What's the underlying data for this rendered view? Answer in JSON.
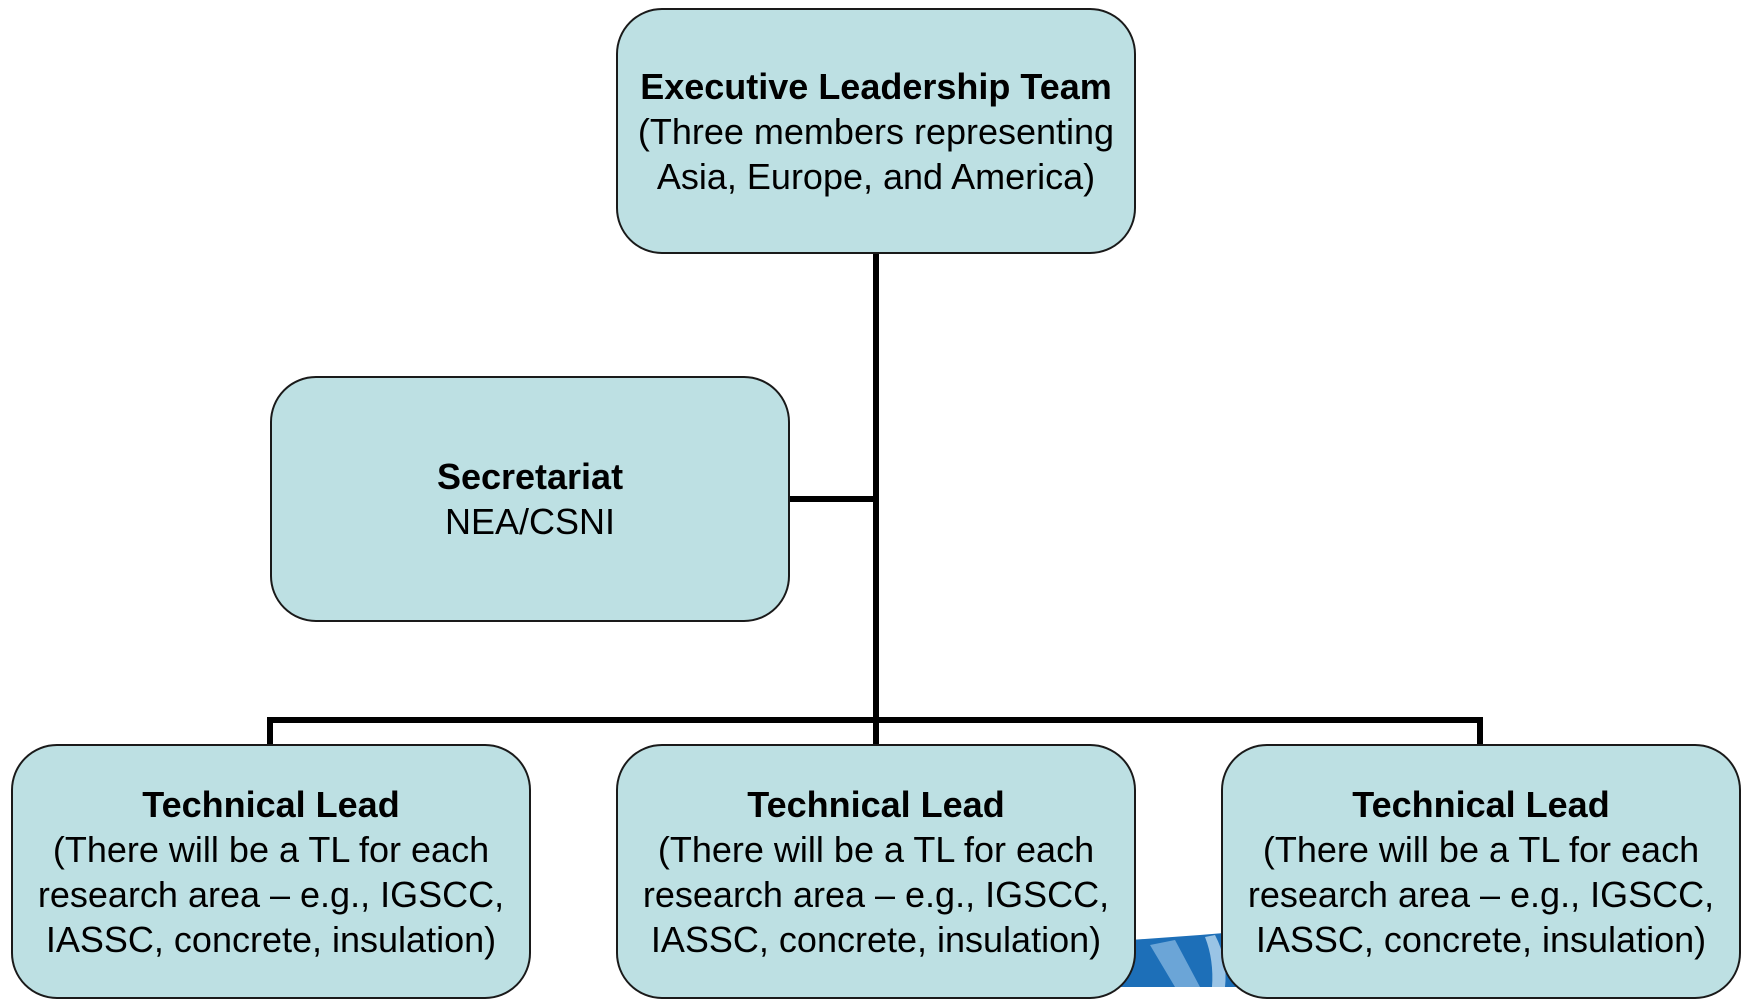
{
  "org_chart": {
    "executive": {
      "title": "Executive Leadership Team",
      "description": "(Three members representing\nAsia, Europe, and America)"
    },
    "secretariat": {
      "title": "Secretariat",
      "description": "NEA/CSNI"
    },
    "technical_leads": [
      {
        "title": "Technical Lead",
        "description": "(There will be a TL for each\nresearch area – e.g., IGSCC,\nIASSC, concrete, insulation)"
      },
      {
        "title": "Technical Lead",
        "description": "(There will be a TL for each\nresearch area – e.g., IGSCC,\nIASSC, concrete, insulation)"
      },
      {
        "title": "Technical Lead",
        "description": "(There will be a TL for each\nresearch area – e.g., IGSCC,\nIASSC, concrete, insulation)"
      }
    ]
  },
  "colors": {
    "box_fill": "#bde0e3",
    "box_border": "#1a1a1a",
    "connector": "#000000",
    "decor_blue": "#1d6fb8"
  }
}
